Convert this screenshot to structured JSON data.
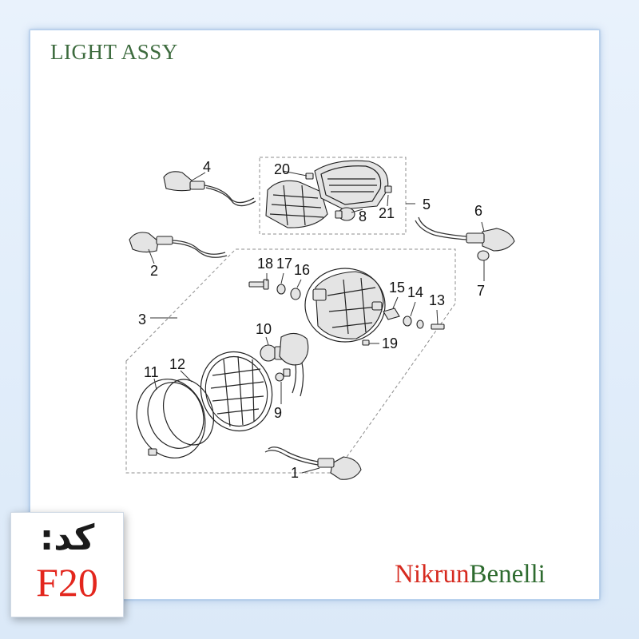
{
  "title": "LIGHT ASSY",
  "code": {
    "label": "کد:",
    "value": "F20"
  },
  "brand": {
    "part1": "Nikrun",
    "part2": "Benelli"
  },
  "callouts": {
    "n1": "1",
    "n2": "2",
    "n3": "3",
    "n4": "4",
    "n5": "5",
    "n6": "6",
    "n7": "7",
    "n8": "8",
    "n9": "9",
    "n10": "10",
    "n11": "11",
    "n12": "12",
    "n13": "13",
    "n14": "14",
    "n15": "15",
    "n16": "16",
    "n17": "17",
    "n18": "18",
    "n19": "19",
    "n20": "20",
    "n21": "21"
  }
}
